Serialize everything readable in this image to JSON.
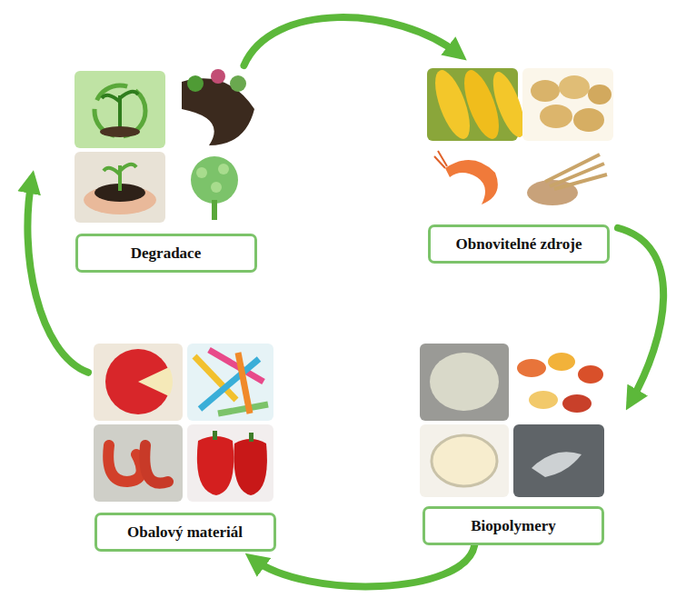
{
  "diagram": {
    "nodes": [
      {
        "text": [
          "Degradace"
        ]
      },
      {
        "text": [
          "Obnovitelné zdroje"
        ]
      },
      {
        "text": [
          "Obalový materiál"
        ]
      },
      {
        "text": [
          "Biopolymery"
        ]
      }
    ],
    "edges": [
      {
        "from": 0,
        "to": 1,
        "arrow": "to"
      },
      {
        "from": 1,
        "to": 3,
        "arrow": "to"
      },
      {
        "from": 3,
        "to": 2,
        "arrow": "to"
      },
      {
        "from": 2,
        "to": 0,
        "arrow": "to"
      }
    ]
  }
}
